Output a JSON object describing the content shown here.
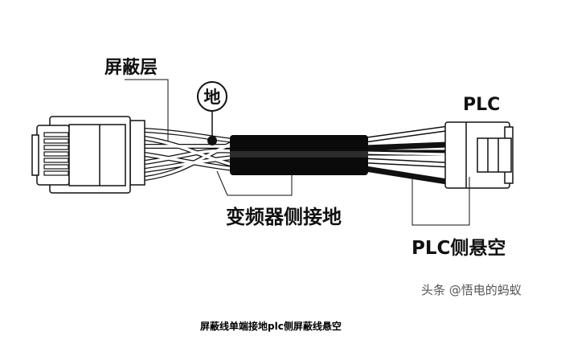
{
  "diagram": {
    "labels": {
      "shield_layer": "屏蔽层",
      "ground_symbol": "地",
      "plc": "PLC",
      "vfd_side_ground": "变频器侧接地",
      "plc_side_floating": "PLC侧悬空"
    },
    "colors": {
      "line": "#111111",
      "sleeve": "#0a0a0a",
      "wire_fill": "#ffffff"
    }
  },
  "watermark": "头条 @悟电的蚂蚁",
  "caption": "屏蔽线单端接地plc侧屏蔽线悬空"
}
